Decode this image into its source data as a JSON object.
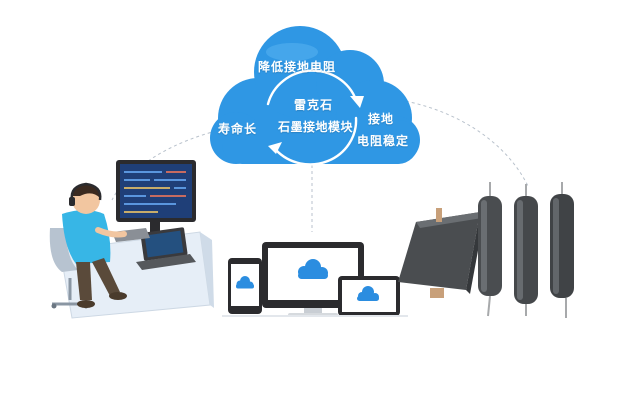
{
  "cloud": {
    "top_label": "降低接地电阻",
    "left_label": "寿命长",
    "right_label_line1": "接地",
    "right_label_line2": "电阻稳定",
    "center_line1": "雷克石",
    "center_line2": "石墨接地模块"
  },
  "colors": {
    "cloud": "#2f97e4",
    "cloud_highlight": "#55b0f0",
    "dashed_line": "#b9c2cc",
    "monitor_frame": "#2b2b2e",
    "screen_cloud": "#2b8de0",
    "graphite": "#4a4d50",
    "desk": "#e6eef7"
  },
  "icons": {
    "cycle": "cycle-arrows-icon",
    "person": "engineer-at-workstation-icon",
    "devices": "monitor-tablet-phone-icon",
    "product": "graphite-grounding-module-icon"
  }
}
